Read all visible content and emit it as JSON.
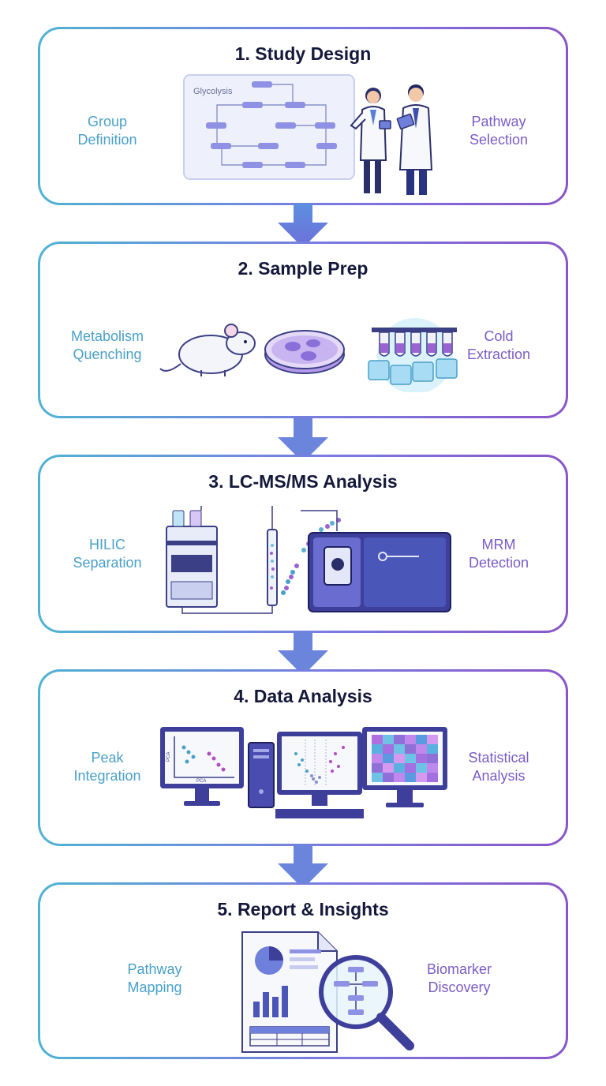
{
  "steps": [
    {
      "title": "1. Study Design",
      "left_label_1": "Group",
      "left_label_2": "Definition",
      "right_label_1": "Pathway",
      "right_label_2": "Selection",
      "board_label": "Glycolysis",
      "icons": [
        "pathway-board-icon",
        "scientist-icon"
      ]
    },
    {
      "title": "2. Sample Prep",
      "left_label_1": "Metabolism",
      "left_label_2": "Quenching",
      "right_label_1": "Cold",
      "right_label_2": "Extraction",
      "icons": [
        "mouse-icon",
        "petri-dish-icon",
        "test-tubes-on-ice-icon"
      ]
    },
    {
      "title": "3. LC-MS/MS Analysis",
      "left_label_1": "HILIC",
      "left_label_2": "Separation",
      "right_label_1": "MRM",
      "right_label_2": "Detection",
      "icons": [
        "hplc-icon",
        "mass-spectrometer-icon"
      ]
    },
    {
      "title": "4. Data Analysis",
      "left_label_1": "Peak",
      "left_label_2": "Integration",
      "right_label_1": "Statistical",
      "right_label_2": "Analysis",
      "pca_label": "PCA",
      "icons": [
        "monitor-pca-icon",
        "computer-tower-icon",
        "monitor-volcano-icon",
        "monitor-heatmap-icon"
      ]
    },
    {
      "title": "5. Report & Insights",
      "left_label_1": "Pathway",
      "left_label_2": "Mapping",
      "right_label_1": "Biomarker",
      "right_label_2": "Discovery",
      "icons": [
        "report-document-icon",
        "magnifier-icon"
      ]
    }
  ],
  "colors": {
    "accent_blue": "#4fb3d3",
    "accent_purple": "#8a55c8",
    "title_dark": "#14183a",
    "arrow": "#6f7fdc"
  }
}
